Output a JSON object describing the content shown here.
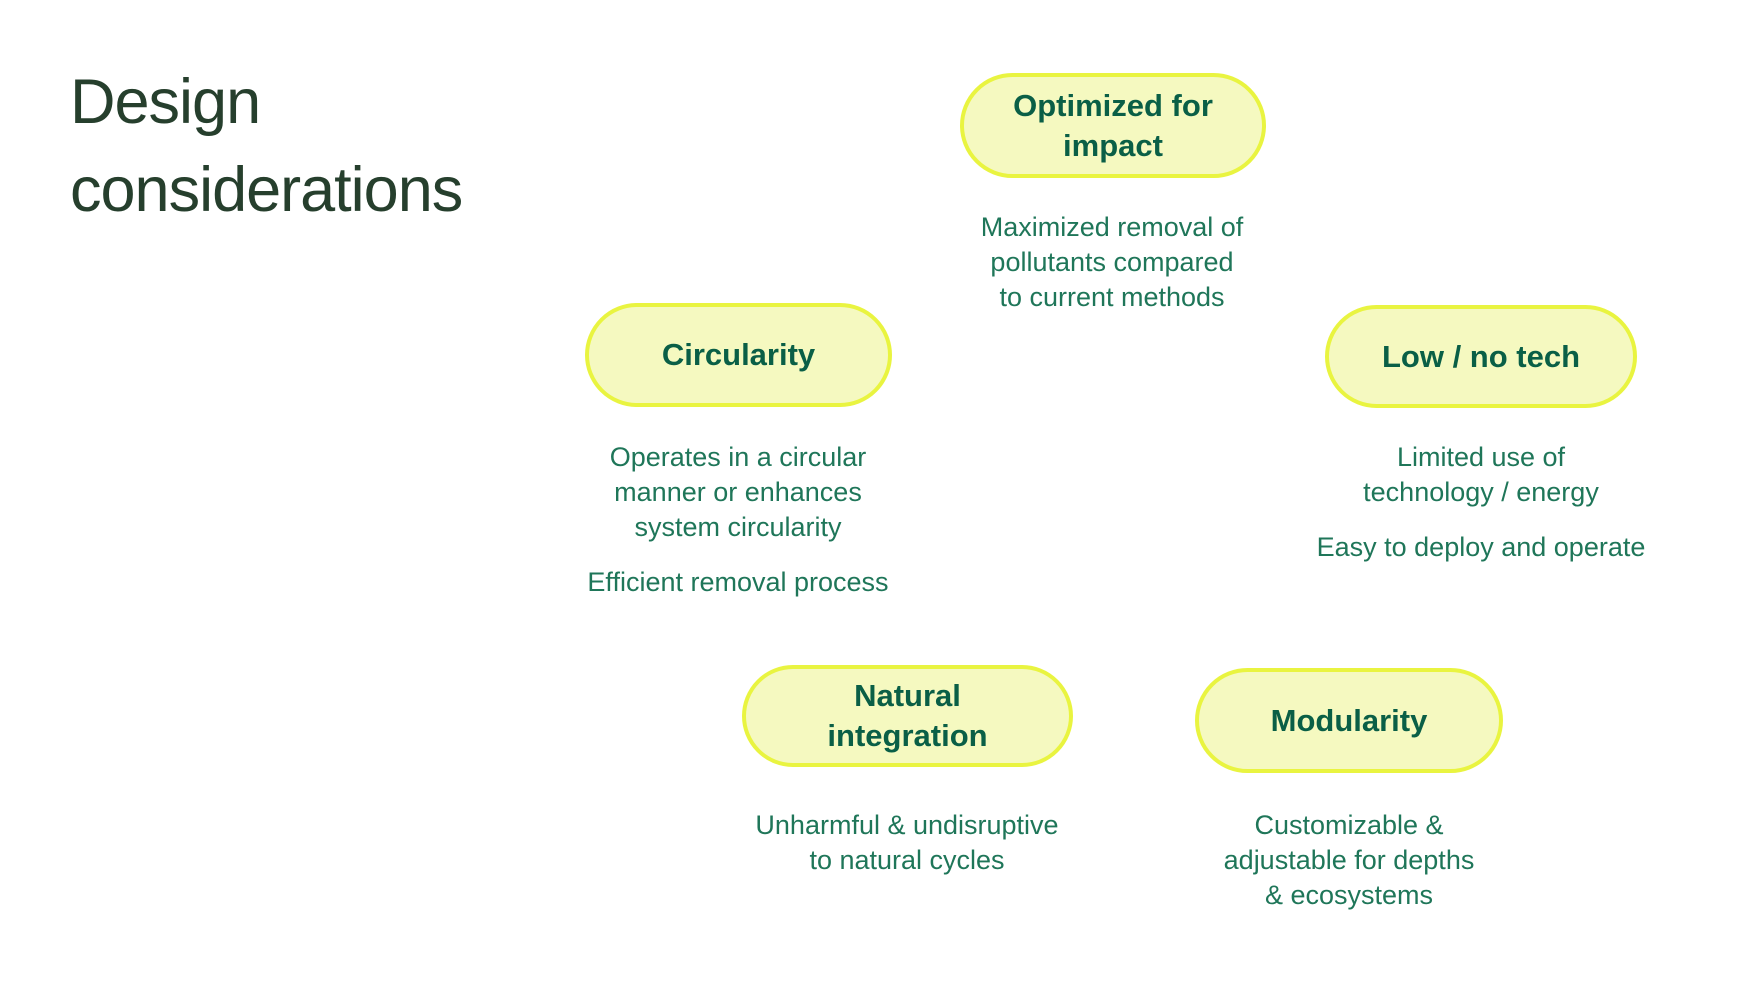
{
  "slide": {
    "title": "Design considerations",
    "background_color": "#ffffff",
    "colors": {
      "title_text": "#263f2d",
      "pill_fill": "#f5f9c0",
      "pill_border": "#e9f440",
      "pill_label_text": "#0a5f46",
      "description_text": "#1f7659"
    },
    "considerations": [
      {
        "id": "optimized-for-impact",
        "label": "Optimized for\nimpact",
        "desc1": "Maximized removal of\npollutants compared\nto current methods"
      },
      {
        "id": "circularity",
        "label": "Circularity",
        "desc1": "Operates in a circular\nmanner or enhances\nsystem circularity",
        "desc2": "Efficient removal process"
      },
      {
        "id": "low-no-tech",
        "label": "Low / no tech",
        "desc1": "Limited use of\ntechnology / energy",
        "desc2": "Easy to deploy and operate"
      },
      {
        "id": "natural-integration",
        "label": "Natural\nintegration",
        "desc1": "Unharmful & undisruptive\nto natural cycles"
      },
      {
        "id": "modularity",
        "label": "Modularity",
        "desc1": "Customizable &\nadjustable for depths\n& ecosystems"
      }
    ]
  }
}
